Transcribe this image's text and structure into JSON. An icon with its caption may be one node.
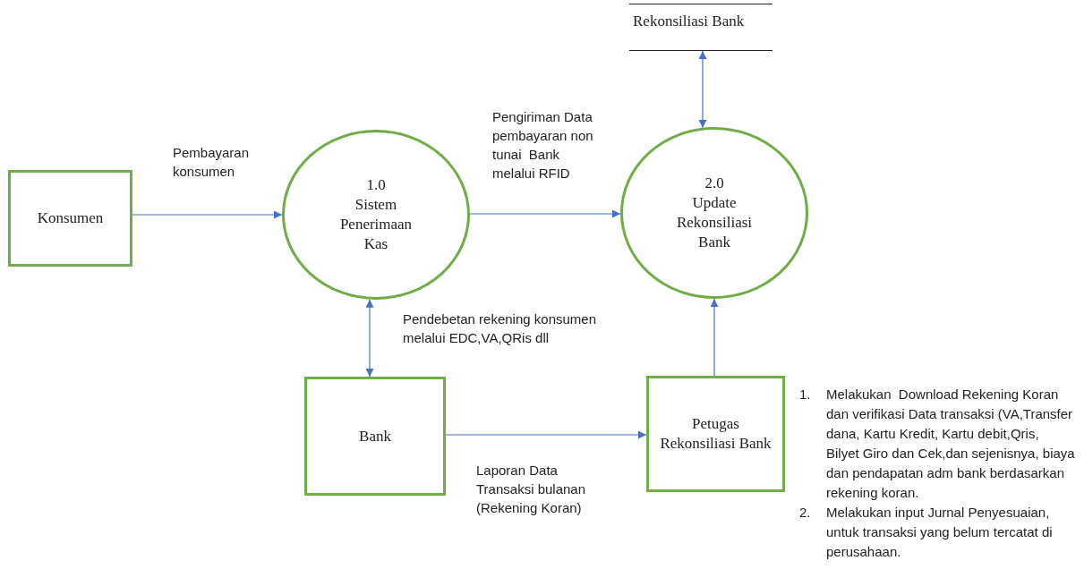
{
  "diagram": {
    "nodes": [
      {
        "text": [
          "Konsumen"
        ]
      },
      {
        "text": [
          "1.0",
          "Sistem Penerimaan Kas"
        ]
      },
      {
        "text": [
          "2.0",
          "Update Rekonsiliasi Bank"
        ]
      },
      {
        "text": [
          "Rekonsiliasi Bank"
        ]
      },
      {
        "text": [
          "Bank"
        ]
      },
      {
        "text": [
          "Petugas Rekonsiliasi Bank"
        ],
        "beside": [
          "1.",
          "Melakukan  Download Rekening Koran dan verifikasi Data transaksi (VA,Transfer dana, Kartu Kredit, Kartu debit,Qris,  Bilyet Giro dan Cek,dan sejenisnya, biaya dan pendapatan adm bank berdasarkan rekening koran.",
          "2.",
          "Melakukan input Jurnal Penyesuaian, untuk transaksi yang belum tercatat di perusahaan."
        ]
      }
    ],
    "edges": [
      {
        "from": 0,
        "to": 1,
        "arrow": "to",
        "label": "Pembayaran konsumen"
      },
      {
        "from": 1,
        "to": 2,
        "arrow": "to",
        "label": "Pengiriman Data pembayaran non tunai  Bank melalui RFID"
      },
      {
        "from": 2,
        "to": 3,
        "arrow": "both"
      },
      {
        "from": 1,
        "to": 4,
        "arrow": "both",
        "label": "Pendebetan rekening konsumen melalui EDC,VA,QRis dll"
      },
      {
        "from": 4,
        "to": 5,
        "arrow": "to",
        "label": "Laporan Data Transaksi bulanan (Rekening Koran)"
      },
      {
        "from": 5,
        "to": 2,
        "arrow": "to"
      }
    ]
  }
}
